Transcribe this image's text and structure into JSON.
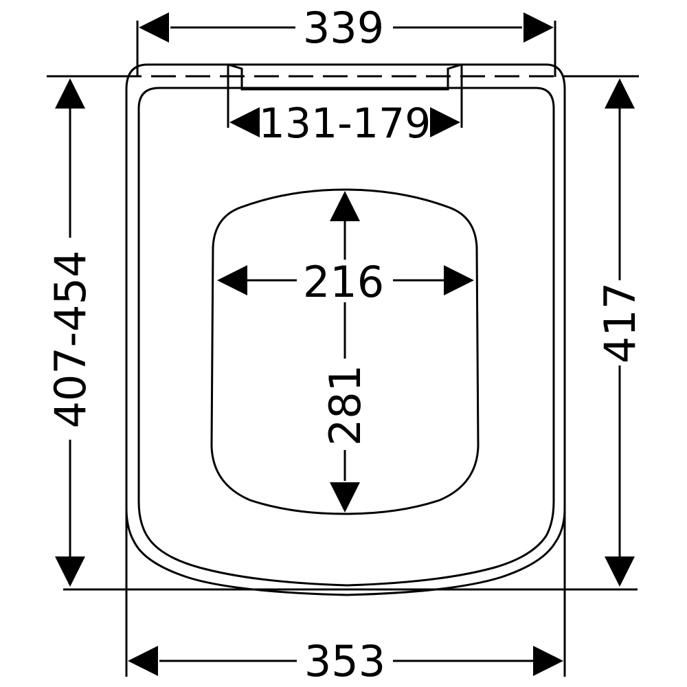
{
  "colors": {
    "line": "#000000",
    "background": "#ffffff"
  },
  "dimensions": {
    "top_width": "339",
    "hinge_spacing": "131-179",
    "opening_width": "216",
    "opening_length": "281",
    "left_length": "407-454",
    "right_length": "417",
    "bottom_width": "353"
  }
}
